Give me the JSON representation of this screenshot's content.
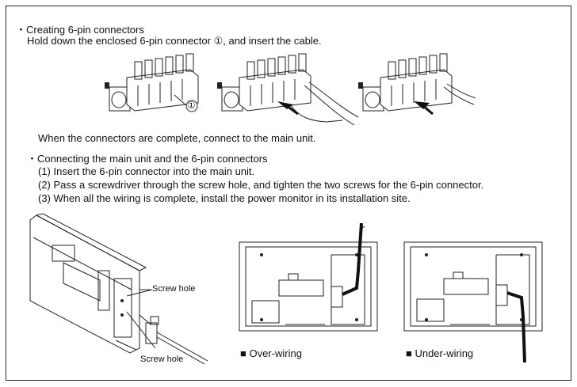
{
  "section1": {
    "heading": "・Creating 6-pin connectors",
    "instruction": "Hold down the enclosed 6-pin connector ①, and insert the cable.",
    "callout": "①",
    "complete_note": "When the connectors are complete, connect to the main unit."
  },
  "section2": {
    "heading": "・Connecting the main unit and the 6-pin connectors",
    "steps": [
      "(1) Insert the 6-pin connector into the main unit.",
      "(2) Pass a screwdriver through the screw hole, and tighten the two screws for the 6-pin connector.",
      "(3) When all the wiring is complete, install the power monitor in its installation site."
    ]
  },
  "figures": {
    "screw_hole_top": "Screw hole",
    "screw_hole_bottom": "Screw hole",
    "over_wiring": "■ Over-wiring",
    "under_wiring": "■ Under-wiring"
  }
}
